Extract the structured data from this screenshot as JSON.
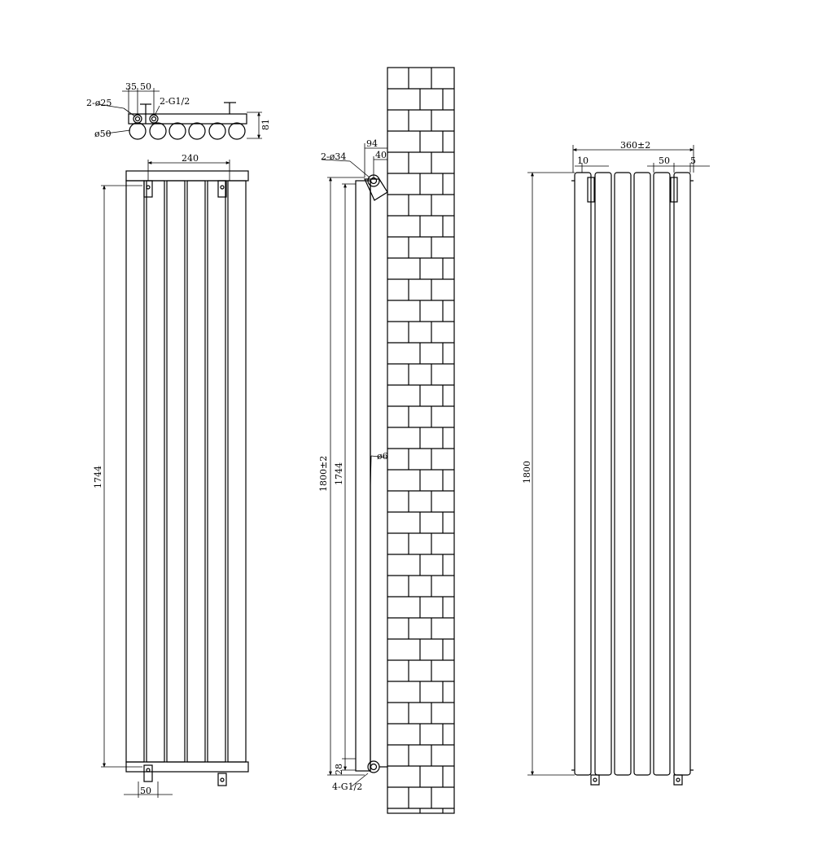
{
  "colors": {
    "line": "#000000",
    "background": "#ffffff",
    "dim": "#333333"
  },
  "top_view": {
    "dim_35": "35",
    "dim_50": "50",
    "dim_2phi25": "2-ø25",
    "dim_2g12": "2-G1/2",
    "dim_phi50": "ø50",
    "dim_81": "81"
  },
  "front_view": {
    "dim_240": "240",
    "dim_1744": "1744",
    "dim_50_bottom": "50"
  },
  "side_view": {
    "dim_94": "94",
    "dim_40": "40",
    "dim_2phi34": "2-ø34",
    "dim_phi6": "ø6",
    "dim_1800pm2": "1800±2",
    "dim_1744": "1744",
    "dim_28": "28",
    "dim_4g12": "4-G1/2"
  },
  "rear_view": {
    "dim_360pm2": "360±2",
    "dim_10": "10",
    "dim_50": "50",
    "dim_5": "5",
    "dim_1800": "1800"
  }
}
